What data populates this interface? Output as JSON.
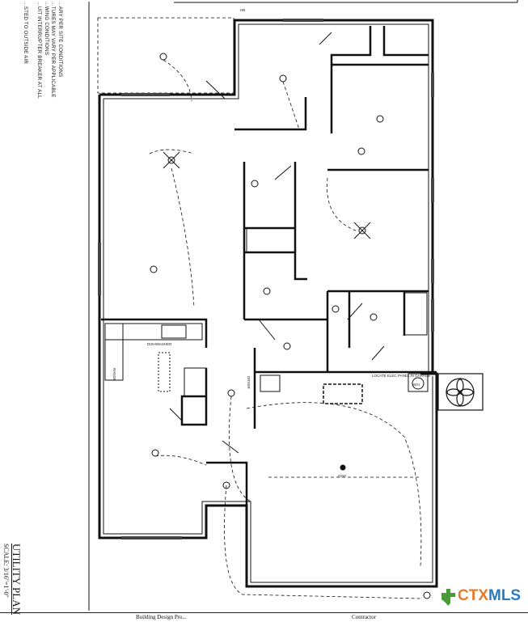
{
  "notes": [
    "...ARY PER SITE CONDITIONS",
    "...TURES MAY VARY PER APPLICABLE",
    "...WING CONDITIONS",
    "...UIT INTERRUPTER BREAKER AT ALL",
    "",
    "...STED TO OUTSIDE AIR"
  ],
  "title": {
    "name": "UTILITY PLAN",
    "scale": "SCALE: 3/16\"=1'-0\""
  },
  "plan_labels": {
    "dishwasher": "DISHWASHER",
    "panel": "LOCATE ELEC PANEL IN GARAGE",
    "water_heater": "W/H",
    "garage_door_opener": "GDO",
    "hose_bib": "HB",
    "range": "RANGE",
    "dryer": "DRYER"
  },
  "title_block": {
    "designer": "Building Design Pro...",
    "contractor": "Contractor"
  },
  "logo": {
    "part1": "CTX",
    "part2": "MLS",
    "colors": {
      "orange": "#e8792b",
      "blue": "#2b7bbf",
      "green": "#4a9a3a"
    }
  }
}
